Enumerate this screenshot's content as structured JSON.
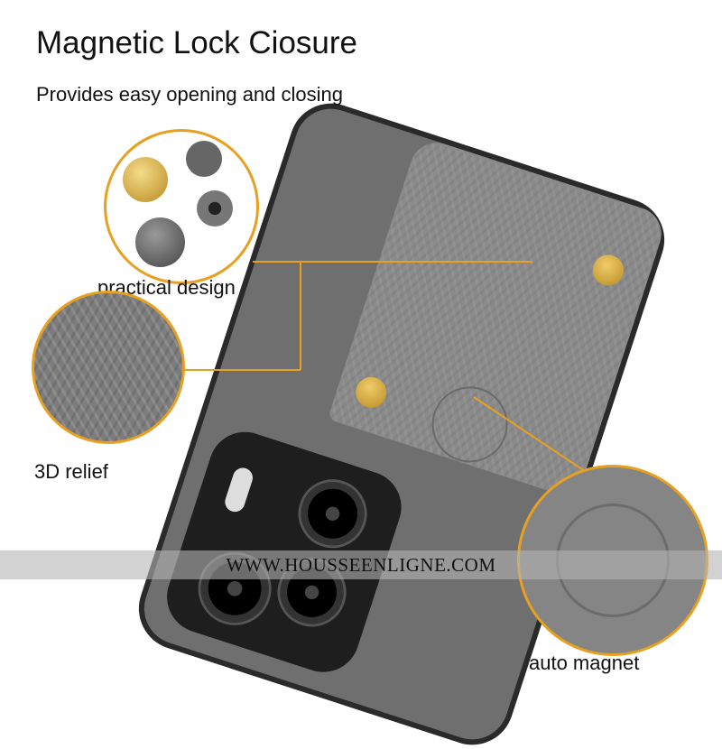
{
  "header": {
    "title": "Magnetic Lock Ciosure",
    "subtitle": "Provides easy opening and closing"
  },
  "callouts": [
    {
      "label": "practical design",
      "icon": "snap-button-parts"
    },
    {
      "label": "3D relief",
      "icon": "honeycomb-texture"
    },
    {
      "label": "auto magnet",
      "icon": "magnet-emblem"
    }
  ],
  "watermark": "WWW.HOUSSEENLIGNE.COM",
  "colors": {
    "accent": "#e8a020",
    "case": "#8a8a8a",
    "snap": "#d4a940"
  }
}
